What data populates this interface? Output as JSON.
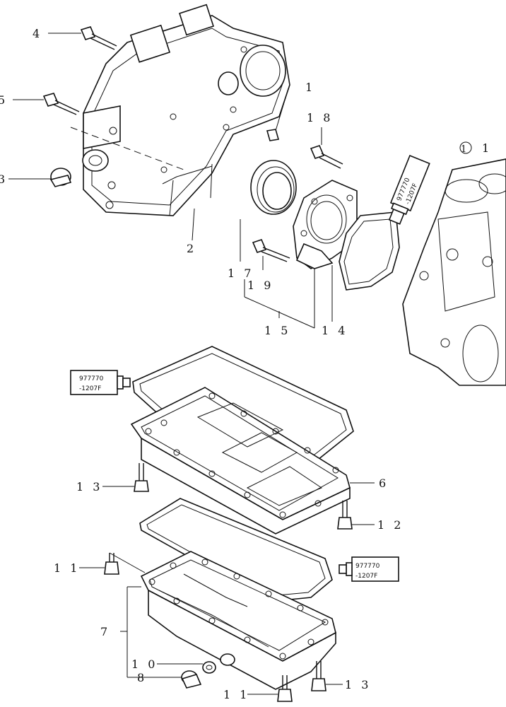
{
  "callouts": {
    "c1": "1",
    "c2": "2",
    "c3": "3",
    "c4": "4",
    "c5": "5",
    "c6": "6",
    "c7": "7",
    "c8": "8",
    "c10": "1 0",
    "c11a": "1 1",
    "c11b": "1 1",
    "c12": "1 2",
    "c13a": "1 3",
    "c13b": "1 3",
    "c14": "1 4",
    "c15": "1 5",
    "c17": "1 7",
    "c18": "1 8",
    "c19": "1 9",
    "ref_block": "1"
  },
  "sealant": {
    "code_line1": "977770",
    "code_line2": "-1207F"
  }
}
